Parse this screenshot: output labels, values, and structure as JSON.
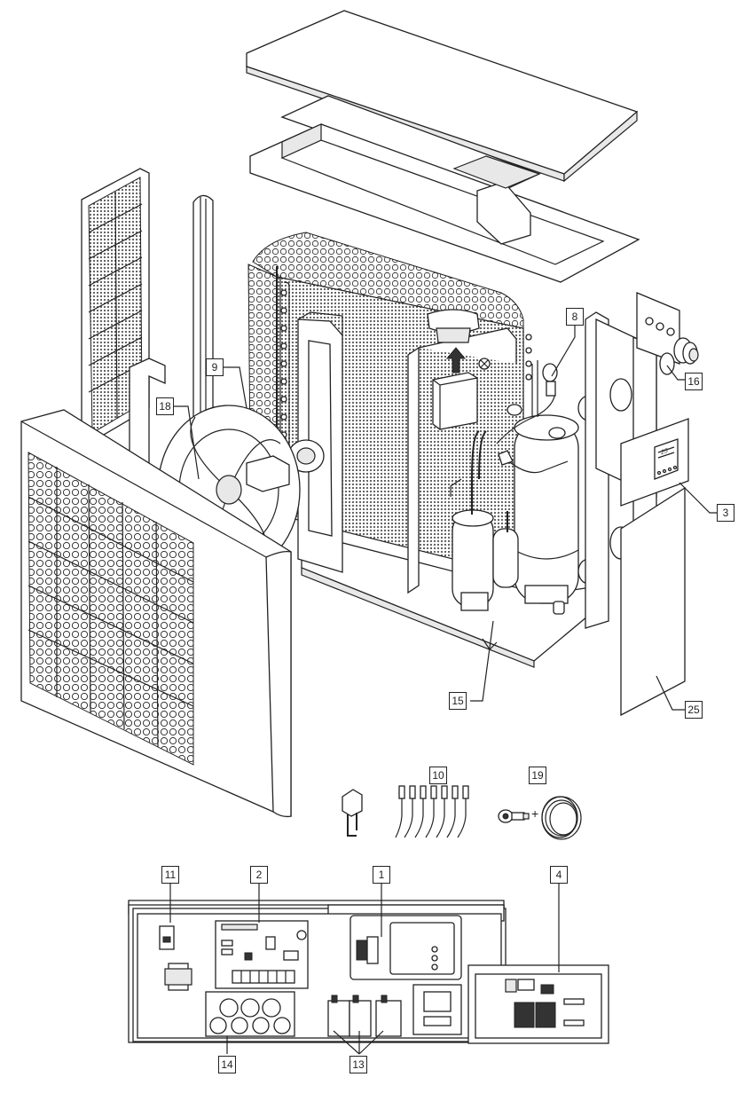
{
  "labels": [
    {
      "id": "9",
      "text": "9"
    },
    {
      "id": "18",
      "text": "18"
    },
    {
      "id": "8",
      "text": "8"
    },
    {
      "id": "16",
      "text": "16"
    },
    {
      "id": "3",
      "text": "3"
    },
    {
      "id": "15",
      "text": "15"
    },
    {
      "id": "25",
      "text": "25"
    },
    {
      "id": "10",
      "text": "10"
    },
    {
      "id": "19",
      "text": "19"
    },
    {
      "id": "11",
      "text": "11"
    },
    {
      "id": "2",
      "text": "2"
    },
    {
      "id": "1",
      "text": "1"
    },
    {
      "id": "4",
      "text": "4"
    },
    {
      "id": "14",
      "text": "14"
    },
    {
      "id": "13",
      "text": "13"
    }
  ],
  "accessory_plus": "+",
  "display_readout": "25",
  "colors": {
    "line": "#222222",
    "fill_light": "#e8e8e8",
    "fill_dark": "#333333",
    "background": "#ffffff"
  }
}
